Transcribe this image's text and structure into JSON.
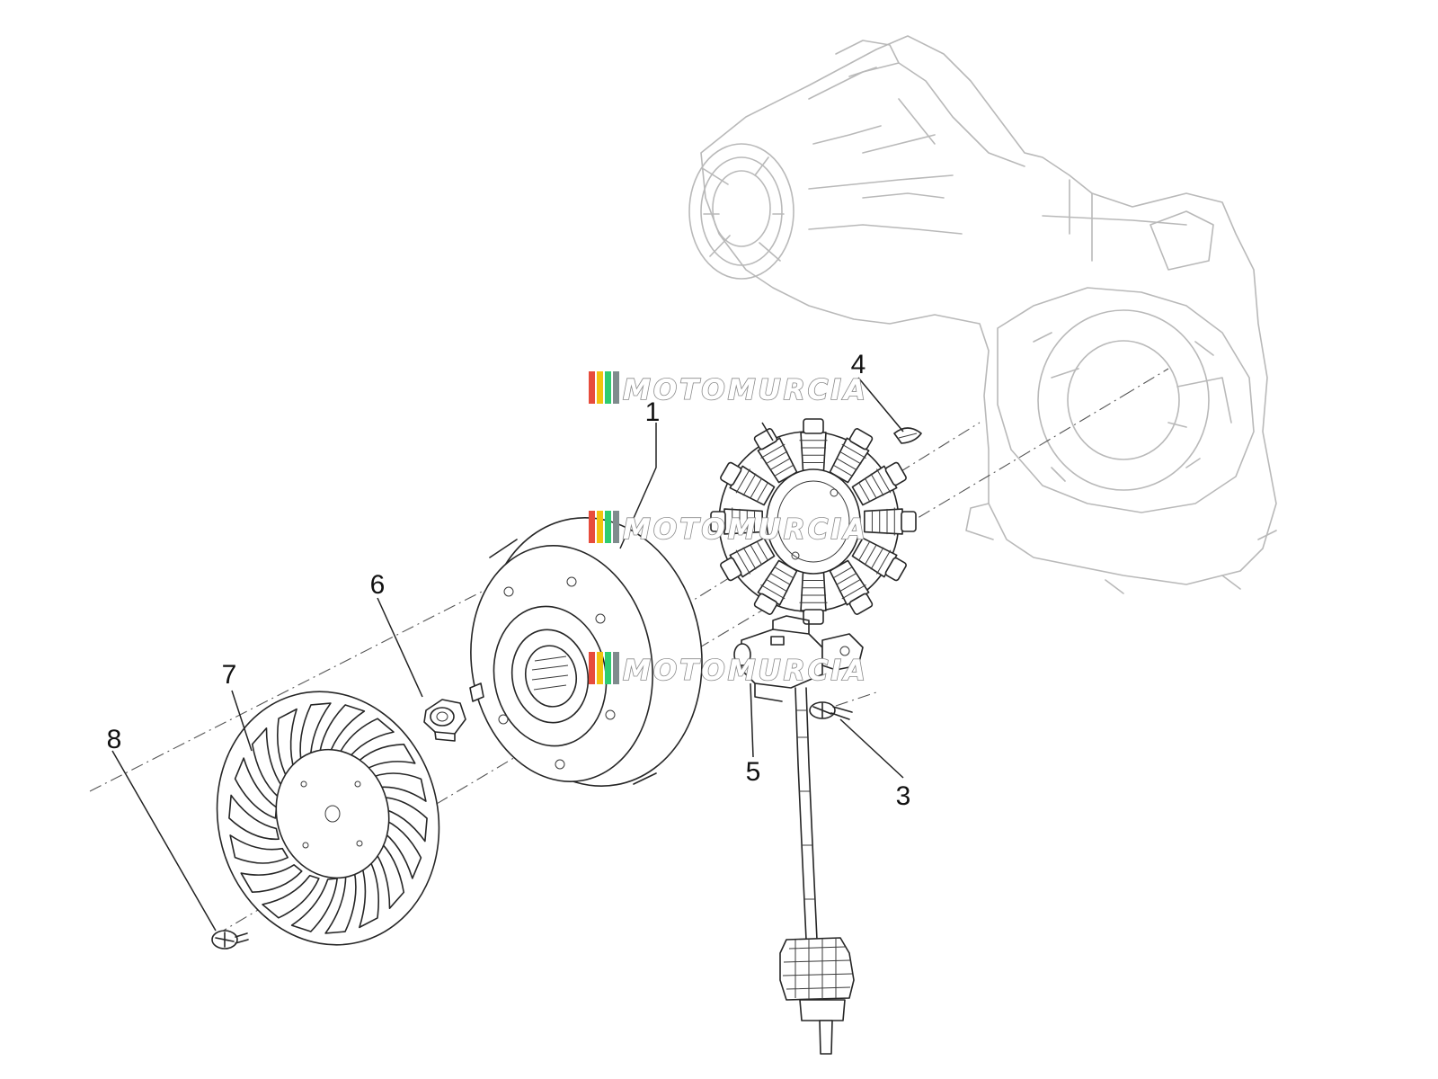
{
  "watermark": {
    "text": "MOTOMURCIA",
    "colors": [
      "#e74c3c",
      "#f1c40f",
      "#2ecc71",
      "#7f8c8d"
    ]
  },
  "callouts": [
    {
      "id": "part-1",
      "label": "1"
    },
    {
      "id": "part-3",
      "label": "3"
    },
    {
      "id": "part-4",
      "label": "4"
    },
    {
      "id": "part-5",
      "label": "5"
    },
    {
      "id": "part-6",
      "label": "6"
    },
    {
      "id": "part-7",
      "label": "7"
    },
    {
      "id": "part-8",
      "label": "8"
    }
  ]
}
